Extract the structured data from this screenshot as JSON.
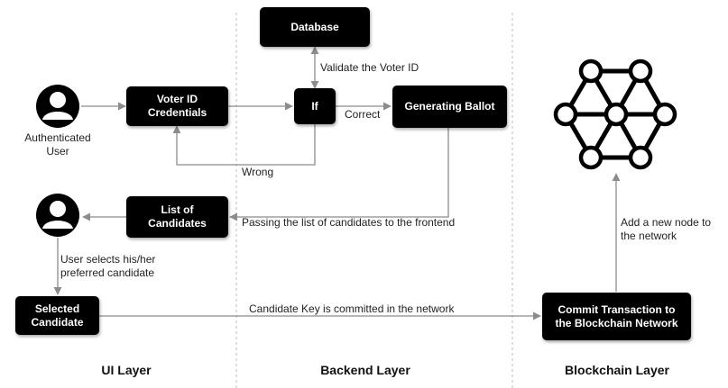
{
  "nodes": {
    "database": "Database",
    "voter_id": "Voter ID\nCredentials",
    "if": "If",
    "generating_ballot": "Generating Ballot",
    "list_candidates": "List of\nCandidates",
    "selected_candidate": "Selected\nCandidate",
    "commit_transaction": "Commit Transaction to\nthe Blockchain Network"
  },
  "labels": {
    "authenticated_user": "Authenticated\nUser",
    "validate": "Validate the Voter ID",
    "correct": "Correct",
    "wrong": "Wrong",
    "passing": "Passing the list of candidates to the frontend",
    "user_selects": "User selects his/her\npreferred candidate",
    "candidate_key": "Candidate Key is committed in the network",
    "add_node": "Add a new node to\nthe network"
  },
  "layers": {
    "ui": "UI Layer",
    "backend": "Backend Layer",
    "blockchain": "Blockchain Layer"
  },
  "icons": {
    "user": "user-avatar-icon",
    "network": "blockchain-network-icon"
  },
  "colors": {
    "box": "#000000",
    "line": "#8c8c8c",
    "divider": "#bdbdbd"
  }
}
